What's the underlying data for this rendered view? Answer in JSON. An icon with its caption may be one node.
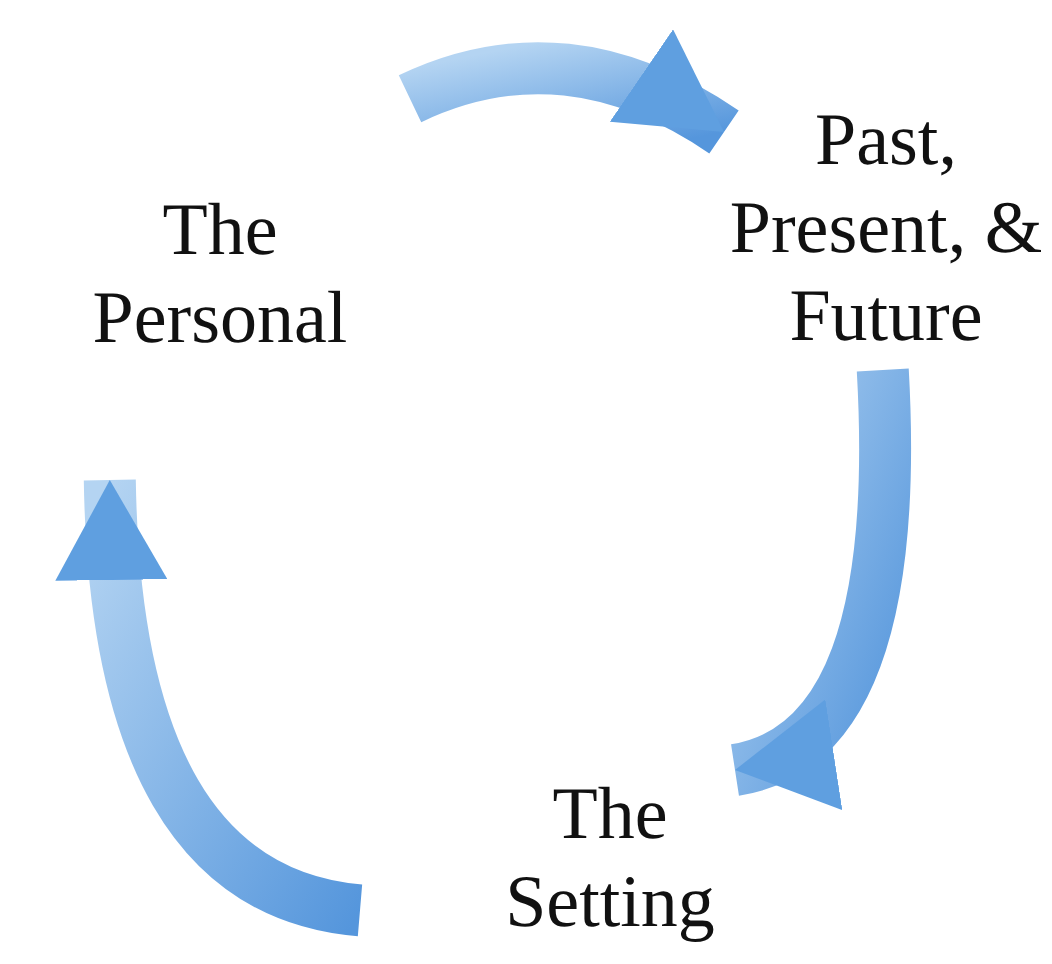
{
  "diagram": {
    "nodes": [
      {
        "text": [
          "The Personal"
        ]
      },
      {
        "text": [
          "Past, Present, & Future"
        ]
      },
      {
        "text": [
          "The Setting"
        ]
      }
    ],
    "edges": [
      {
        "from": 0,
        "to": 1,
        "arrow": "to",
        "style": "thick"
      },
      {
        "from": 1,
        "to": 2,
        "arrow": "to",
        "style": "thick"
      },
      {
        "from": 2,
        "to": 0,
        "arrow": "to",
        "style": "thick"
      }
    ]
  }
}
